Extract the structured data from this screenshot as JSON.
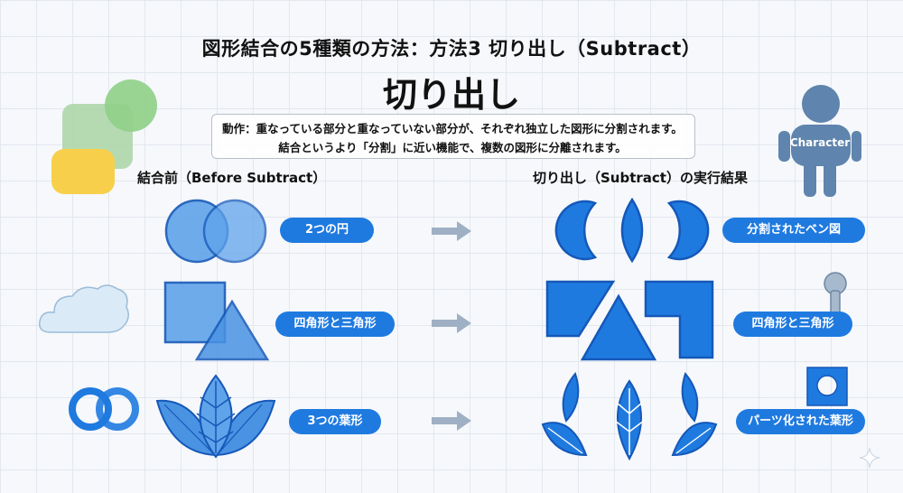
{
  "header": {
    "title": "図形結合の5種類の方法：方法3 切り出し（Subtract）",
    "main_title": "切り出し"
  },
  "description": {
    "line1": "動作：重なっている部分と重なっていない部分が、それぞれ独立した図形に分割されます。",
    "line2": "結合というより「分割」に近い機能で、複数の図形に分離されます。"
  },
  "columns": {
    "before": "結合前（Before Subtract）",
    "after": "切り出し（Subtract）の実行結果"
  },
  "rows": [
    {
      "before_label": "2つの円",
      "after_label": "分割されたベン図"
    },
    {
      "before_label": "四角形と三角形",
      "after_label": "四角形と三角形"
    },
    {
      "before_label": "3つの葉形",
      "after_label": "パーツ化された葉形"
    }
  ],
  "decorations": {
    "character_label": "Character"
  },
  "colors": {
    "primary": "#1f7ae0",
    "fill": "#5fa3ea",
    "stroke": "#1558b8",
    "arrow": "#9fb0c4"
  }
}
